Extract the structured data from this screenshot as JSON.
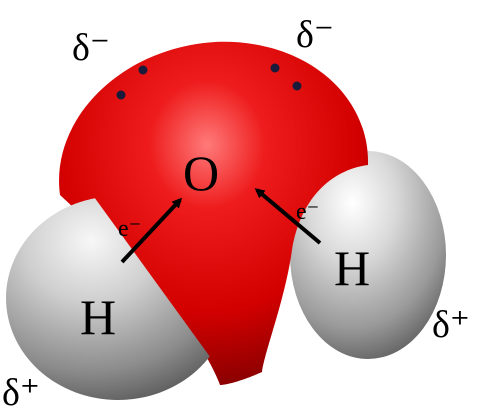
{
  "molecule": {
    "oxygen_symbol": "O",
    "hydrogen_left_symbol": "H",
    "hydrogen_right_symbol": "H",
    "electron_label_left": "e⁻",
    "electron_label_right": "e⁻",
    "charge_oxygen_left": "δ⁻",
    "charge_oxygen_right": "δ⁻",
    "charge_hydrogen_left": "δ⁺",
    "charge_hydrogen_right": "δ⁺"
  },
  "colors": {
    "oxygen": "#e00000",
    "hydrogen": "#bdbdbd",
    "lone_pair_dots": "#1a1a3a",
    "arrows": "#000000"
  },
  "lone_pairs_count": 2
}
